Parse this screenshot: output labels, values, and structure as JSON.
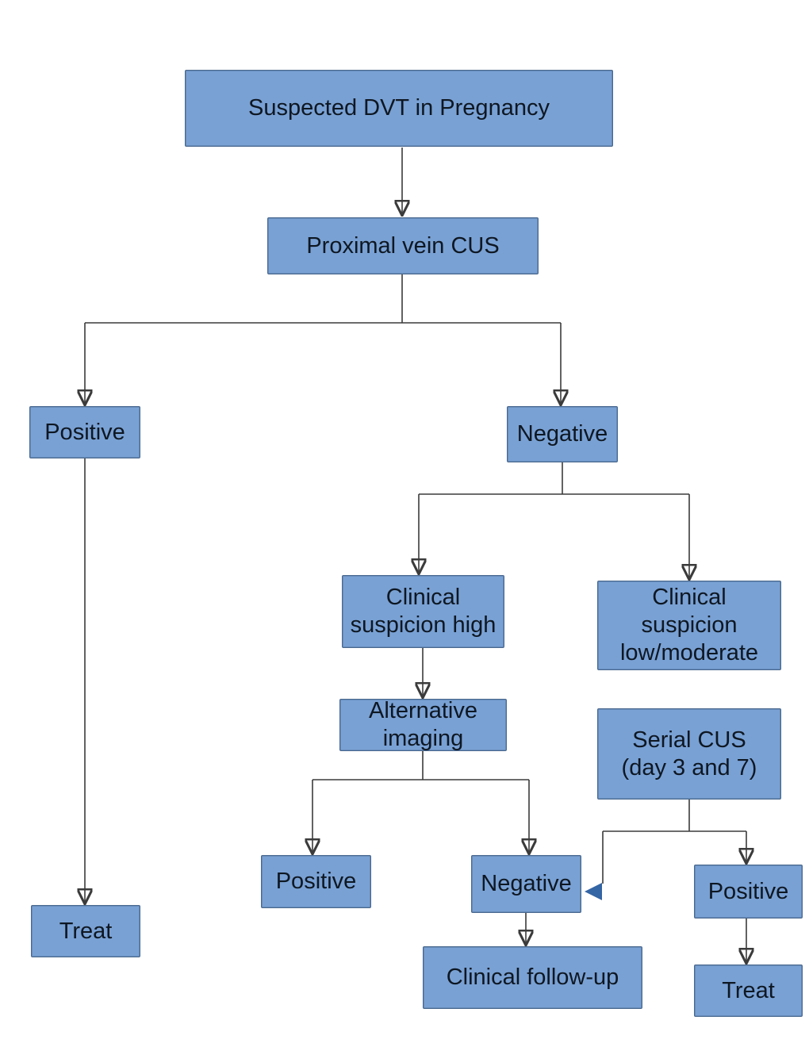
{
  "colors": {
    "node_fill": "#79a1d4",
    "node_border": "#49688f",
    "node_text": "#0e1722",
    "connector_line": "#3b3b3b",
    "arrowhead_black": "#0d0d0d",
    "arrowhead_blue": "#3465a4",
    "background": "#ffffff"
  },
  "nodes": {
    "suspected": {
      "label": "Suspected DVT in Pregnancy"
    },
    "proximal": {
      "label": "Proximal vein CUS"
    },
    "cus_positive": {
      "label": "Positive"
    },
    "cus_negative": {
      "label": "Negative"
    },
    "suspicion_high": {
      "label": "Clinical\nsuspicion high"
    },
    "suspicion_low_moderate": {
      "label": "Clinical\nsuspicion\nlow/moderate"
    },
    "alternative_imaging": {
      "label": "Alternative\nimaging"
    },
    "serial_cus": {
      "label": "Serial CUS\n(day 3 and 7)"
    },
    "imaging_positive": {
      "label": "Positive"
    },
    "imaging_negative": {
      "label": "Negative"
    },
    "serial_positive": {
      "label": "Positive"
    },
    "treat_left": {
      "label": "Treat"
    },
    "clinical_follow_up": {
      "label": "Clinical follow-up"
    },
    "treat_right": {
      "label": "Treat"
    }
  },
  "edges": [
    {
      "from": "suspected",
      "to": "proximal"
    },
    {
      "from": "proximal",
      "to": "cus_positive"
    },
    {
      "from": "proximal",
      "to": "cus_negative"
    },
    {
      "from": "cus_negative",
      "to": "suspicion_high"
    },
    {
      "from": "cus_negative",
      "to": "suspicion_low_moderate"
    },
    {
      "from": "suspicion_high",
      "to": "alternative_imaging"
    },
    {
      "from": "suspicion_low_moderate",
      "to": "serial_cus"
    },
    {
      "from": "alternative_imaging",
      "to": "imaging_positive"
    },
    {
      "from": "alternative_imaging",
      "to": "imaging_negative"
    },
    {
      "from": "serial_cus",
      "to": "imaging_negative"
    },
    {
      "from": "serial_cus",
      "to": "serial_positive"
    },
    {
      "from": "cus_positive",
      "to": "treat_left"
    },
    {
      "from": "imaging_negative",
      "to": "clinical_follow_up"
    },
    {
      "from": "serial_positive",
      "to": "treat_right"
    }
  ]
}
